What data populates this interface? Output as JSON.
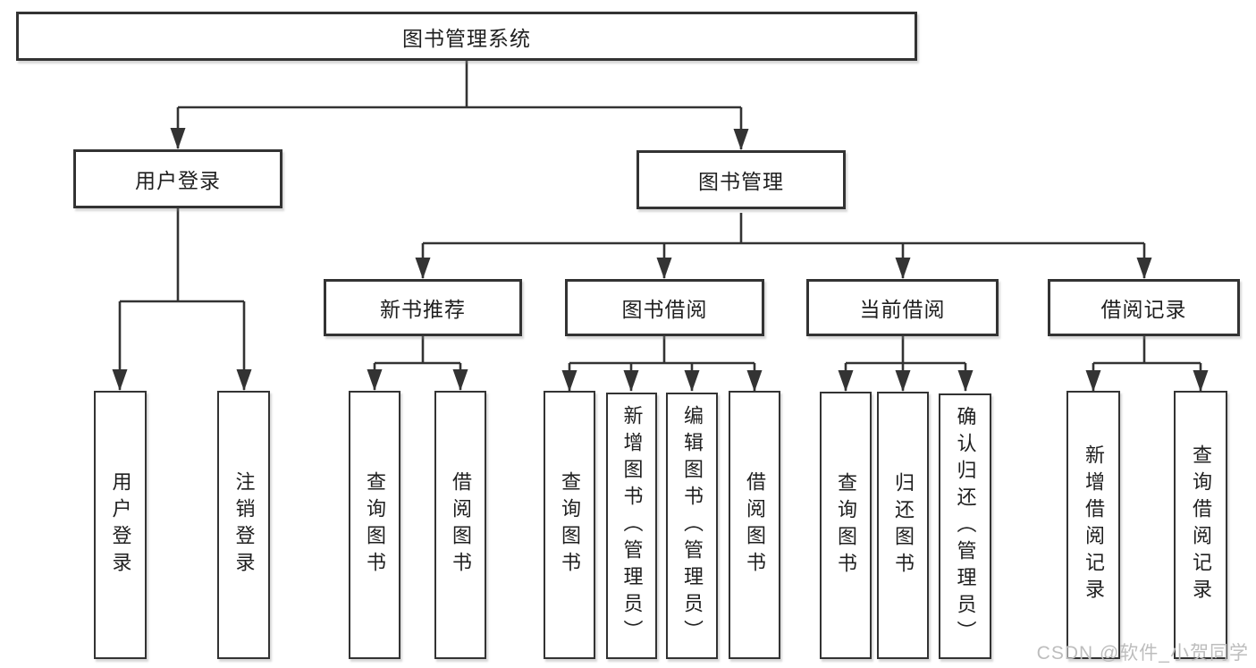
{
  "tree": {
    "root": "图书管理系统",
    "user_login": {
      "label": "用户登录",
      "children": [
        "用户登录",
        "注销登录"
      ]
    },
    "book_management": {
      "label": "图书管理",
      "sections": [
        {
          "label": "新书推荐",
          "children": [
            "查询图书",
            "借阅图书"
          ]
        },
        {
          "label": "图书借阅",
          "children": [
            "查询图书",
            "新增图书（管理员）",
            "编辑图书（管理员）",
            "借阅图书"
          ]
        },
        {
          "label": "当前借阅",
          "children": [
            "查询图书",
            "归还图书",
            "确认归还（管理员）"
          ]
        },
        {
          "label": "借阅记录",
          "children": [
            "新增借阅记录",
            "查询借阅记录"
          ]
        }
      ]
    }
  },
  "watermark": "CSDN @软件_小贺同学",
  "colors": {
    "line": "#333333",
    "text": "#1f1f1f",
    "background": "#ffffff",
    "watermark": "#bdbdbd"
  }
}
